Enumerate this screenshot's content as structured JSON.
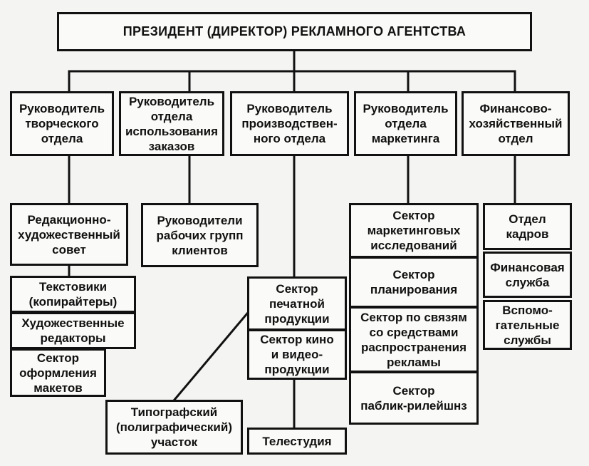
{
  "title": "ПРЕЗИДЕНТ (ДИРЕКТОР) РЕКЛАМНОГО АГЕНТСТВА",
  "heads": {
    "creative": "Руководитель\nтворческого\nотдела",
    "orders": "Руководитель\nотдела\nиспользования\nзаказов",
    "production": "Руководитель\nпроизводствен-\nного отдела",
    "marketing": "Руководитель\nотдела\nмаркетинга",
    "finance": "Финансово-\nхозяйственный\nотдел"
  },
  "creative_units": {
    "council": "Редакционно-\nхудожественный\nсовет",
    "copywriters": "Текстовики\n(копирайтеры)",
    "art_editors": "Художественные\nредакторы",
    "layout_sector": "Сектор\nоформления\nмакетов"
  },
  "orders_units": {
    "work_groups": "Руководители\nрабочих групп\nклиентов"
  },
  "production_units": {
    "print_sector": "Сектор\nпечатной\nпродукции",
    "film_video_sector": "Сектор кино\nи видео-\nпродукции",
    "printing_site": "Типографский\n(полиграфический)\nучасток",
    "tv_studio": "Телестудия"
  },
  "marketing_units": {
    "research": "Сектор\nмаркетинговых\nисследований",
    "planning": "Сектор\nпланирования",
    "media_relations": "Сектор по связям\nсо средствами\nраспространения\nрекламы",
    "pr": "Сектор\nпаблик-рилейшнз"
  },
  "finance_units": {
    "hr": "Отдел\nкадров",
    "financial_service": "Финансовая\nслужба",
    "auxiliary": "Вспомо-\nгательные\nслужбы"
  }
}
